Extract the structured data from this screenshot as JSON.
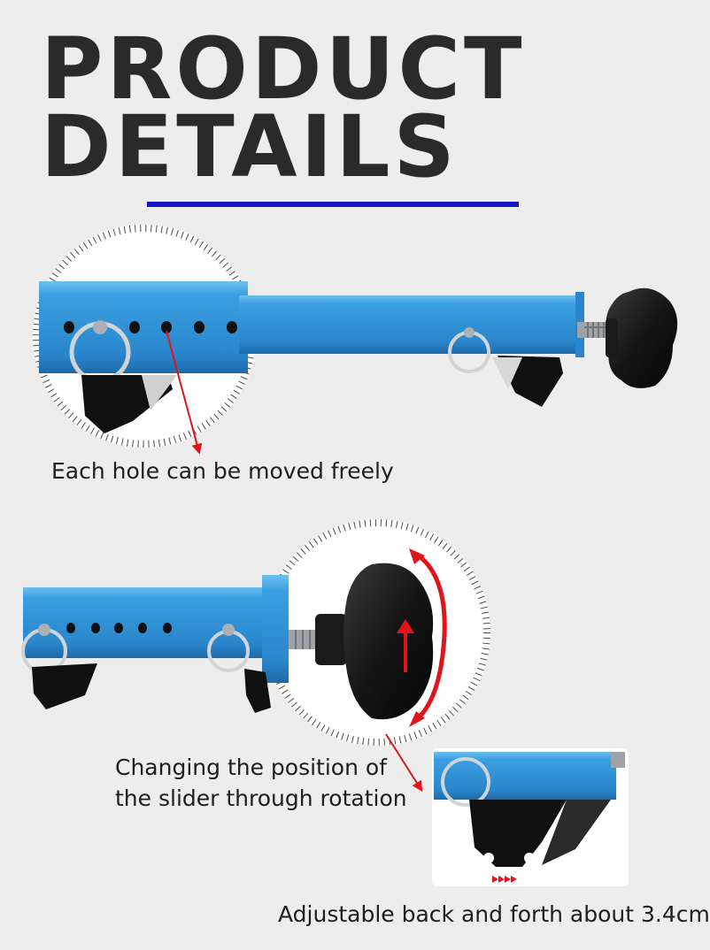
{
  "heading": {
    "line1": "PRODUCT",
    "line2": "DETAILS"
  },
  "colors": {
    "accent_rule": "#1a14c8",
    "rail_blue": "#2f95d6",
    "arrow_red": "#e0141a",
    "knob_black": "#141414"
  },
  "captions": {
    "holes": "Each hole can be moved freely",
    "rotation_line1": "Changing the position of",
    "rotation_line2": "the slider through rotation",
    "adjust": "Adjustable back and forth about 3.4cm"
  }
}
